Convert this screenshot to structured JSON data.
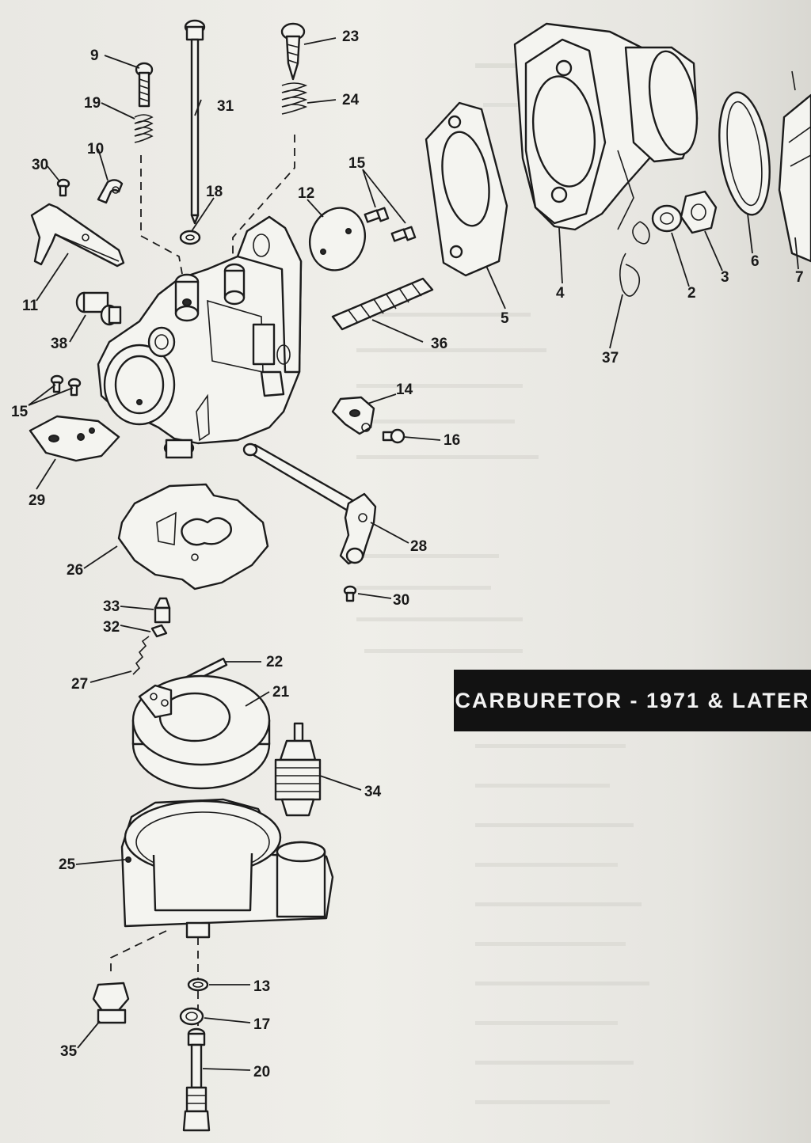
{
  "title": "CARBURETOR - 1971 & LATER",
  "callouts": {
    "c9": "9",
    "c19": "19",
    "c10": "10",
    "c30a": "30",
    "c11": "11",
    "c31": "31",
    "c18": "18",
    "c23": "23",
    "c24": "24",
    "c12": "12",
    "c15a": "15",
    "c38": "38",
    "c15b": "15",
    "c29": "29",
    "c36": "36",
    "c5": "5",
    "c4": "4",
    "c37": "37",
    "c2": "2",
    "c3": "3",
    "c6": "6",
    "c7": "7",
    "c14": "14",
    "c16": "16",
    "c28": "28",
    "c30b": "30",
    "c26": "26",
    "c33": "33",
    "c32": "32",
    "c22": "22",
    "c27": "27",
    "c21": "21",
    "c34": "34",
    "c25": "25",
    "c13": "13",
    "c17": "17",
    "c35": "35",
    "c20": "20"
  },
  "colors": {
    "ink": "#1c1c1c",
    "paper": "#ecebe6",
    "banner": "#121212"
  }
}
